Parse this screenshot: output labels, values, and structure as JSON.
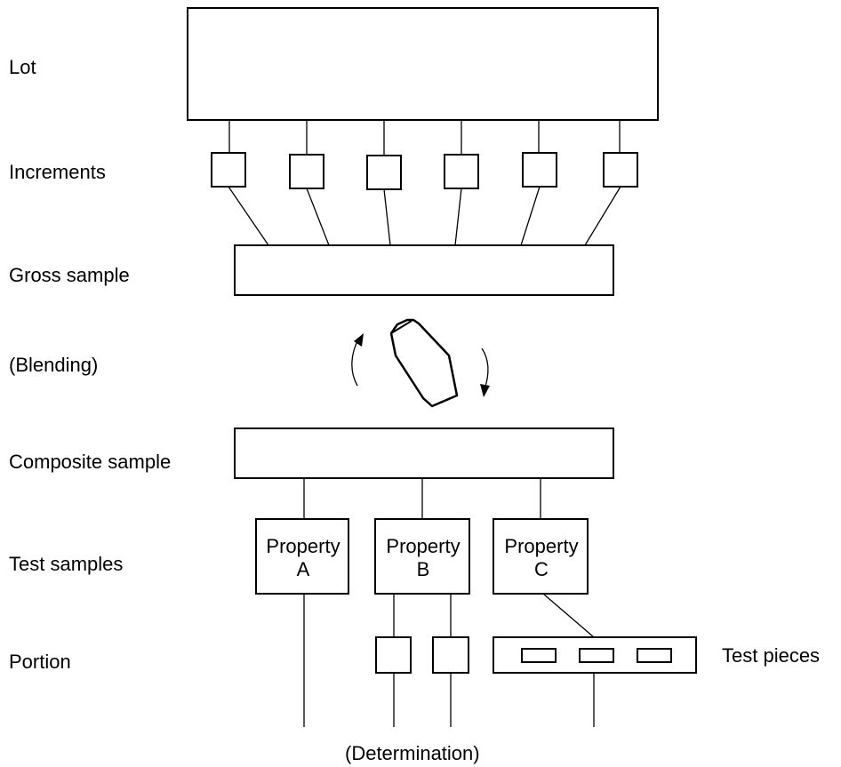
{
  "rows": {
    "lot": "Lot",
    "increments": "Increments",
    "gross_sample": "Gross sample",
    "blending": "(Blending)",
    "composite_sample": "Composite sample",
    "test_samples": "Test samples",
    "portion": "Portion"
  },
  "test_sample_boxes": [
    {
      "line1": "Property",
      "line2": "A"
    },
    {
      "line1": "Property",
      "line2": "B"
    },
    {
      "line1": "Property",
      "line2": "C"
    }
  ],
  "side_label": "Test pieces",
  "bottom_label": "(Determination)",
  "colors": {
    "stroke": "#000000",
    "background": "#ffffff"
  }
}
